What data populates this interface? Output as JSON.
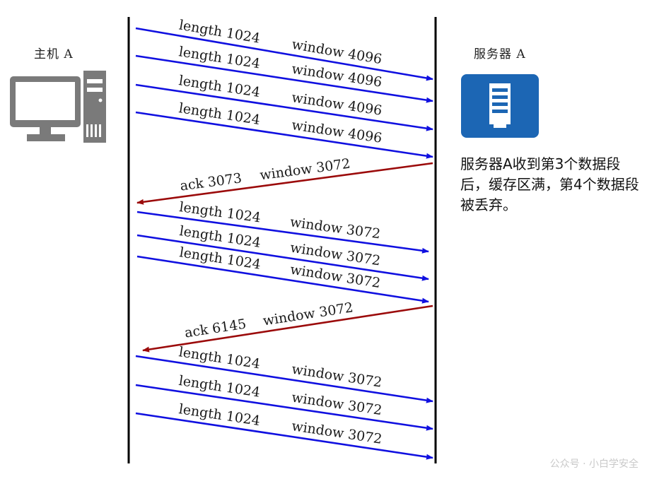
{
  "hosts": {
    "left": "主机 A",
    "right": "服务器 A"
  },
  "note": "服务器A收到第3个数据段后，缓存区满，第4个数据段被丢弃。",
  "watermark": "公众号 · 小白学安全",
  "colors": {
    "data": "#1010e0",
    "ack": "#9b0a0a",
    "server_bg": "#1c66b4",
    "pc": "#7a7a7a"
  },
  "icons": {
    "host": "desktop-computer-icon",
    "server": "server-icon"
  },
  "messages": [
    {
      "dir": "right",
      "kind": "data",
      "length": "length 1024",
      "window": "window 4096"
    },
    {
      "dir": "right",
      "kind": "data",
      "length": "length 1024",
      "window": "window 4096"
    },
    {
      "dir": "right",
      "kind": "data",
      "length": "length 1024",
      "window": "window 4096"
    },
    {
      "dir": "right",
      "kind": "data",
      "length": "length 1024",
      "window": "window 4096"
    },
    {
      "dir": "left",
      "kind": "ack",
      "ack": "ack 3073",
      "window": "window 3072"
    },
    {
      "dir": "right",
      "kind": "data",
      "length": "length 1024",
      "window": "window 3072"
    },
    {
      "dir": "right",
      "kind": "data",
      "length": "length 1024",
      "window": "window 3072"
    },
    {
      "dir": "right",
      "kind": "data",
      "length": "length 1024",
      "window": "window 3072"
    },
    {
      "dir": "left",
      "kind": "ack",
      "ack": "ack 6145",
      "window": "window 3072"
    },
    {
      "dir": "right",
      "kind": "data",
      "length": "length 1024",
      "window": "window 3072"
    },
    {
      "dir": "right",
      "kind": "data",
      "length": "length 1024",
      "window": "window 3072"
    },
    {
      "dir": "right",
      "kind": "data",
      "length": "length 1024",
      "window": "window 3072"
    }
  ]
}
